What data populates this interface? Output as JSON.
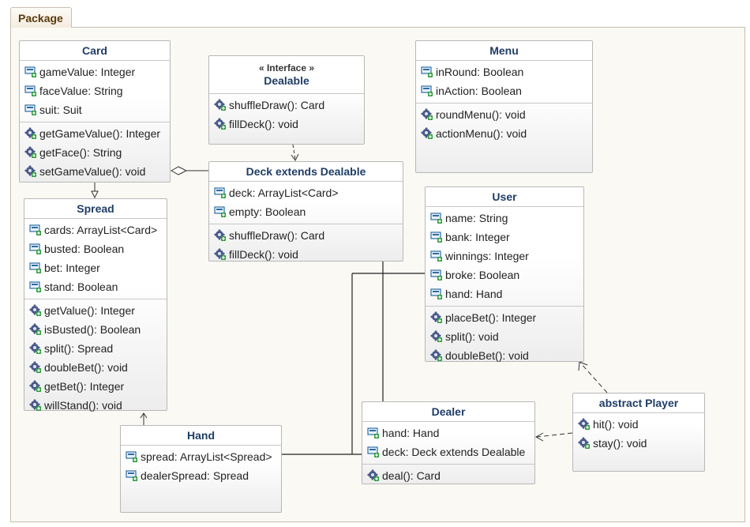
{
  "package": {
    "label": "Package"
  },
  "classes": {
    "card": {
      "name": "Card",
      "attributes": [
        "gameValue: Integer",
        "faceValue: String",
        "suit: Suit"
      ],
      "operations": [
        "getGameValue(): Integer",
        "getFace(): String",
        "setGameValue(): void"
      ]
    },
    "dealable": {
      "stereotype": "« Interface »",
      "name": "Dealable",
      "operations": [
        "shuffleDraw(): Card",
        "fillDeck(): void"
      ]
    },
    "menu": {
      "name": "Menu",
      "attributes": [
        "inRound: Boolean",
        "inAction: Boolean"
      ],
      "operations": [
        "roundMenu(): void",
        "actionMenu(): void"
      ]
    },
    "deck": {
      "name": "Deck extends Dealable",
      "attributes": [
        "deck: ArrayList<Card>",
        "empty: Boolean"
      ],
      "operations": [
        "shuffleDraw(): Card",
        "fillDeck(): void"
      ]
    },
    "spread": {
      "name": "Spread",
      "attributes": [
        "cards: ArrayList<Card>",
        "busted: Boolean",
        "bet: Integer",
        "stand: Boolean"
      ],
      "operations": [
        "getValue(): Integer",
        "isBusted(): Boolean",
        "split(): Spread",
        "doubleBet(): void",
        "getBet(): Integer",
        "willStand(): void"
      ]
    },
    "user": {
      "name": "User",
      "attributes": [
        "name: String",
        "bank: Integer",
        "winnings: Integer",
        "broke: Boolean",
        "hand: Hand"
      ],
      "operations": [
        "placeBet(): Integer",
        "split(): void",
        "doubleBet(): void"
      ]
    },
    "hand": {
      "name": "Hand",
      "attributes": [
        "spread: ArrayList<Spread>",
        "dealerSpread: Spread"
      ]
    },
    "dealer": {
      "name": "Dealer",
      "attributes": [
        "hand: Hand",
        "deck: Deck extends Dealable"
      ],
      "operations": [
        "deal(): Card"
      ]
    },
    "player": {
      "name": "abstract Player",
      "operations": [
        "hit(): void",
        "stay(): void"
      ]
    }
  },
  "colors": {
    "title_text": "#1f3d66",
    "attribute_icon": "#2e6da4",
    "operation_icon": "#4a5a8a",
    "visibility_plus": "#2c9a3a",
    "package_border": "#c9bfae"
  }
}
